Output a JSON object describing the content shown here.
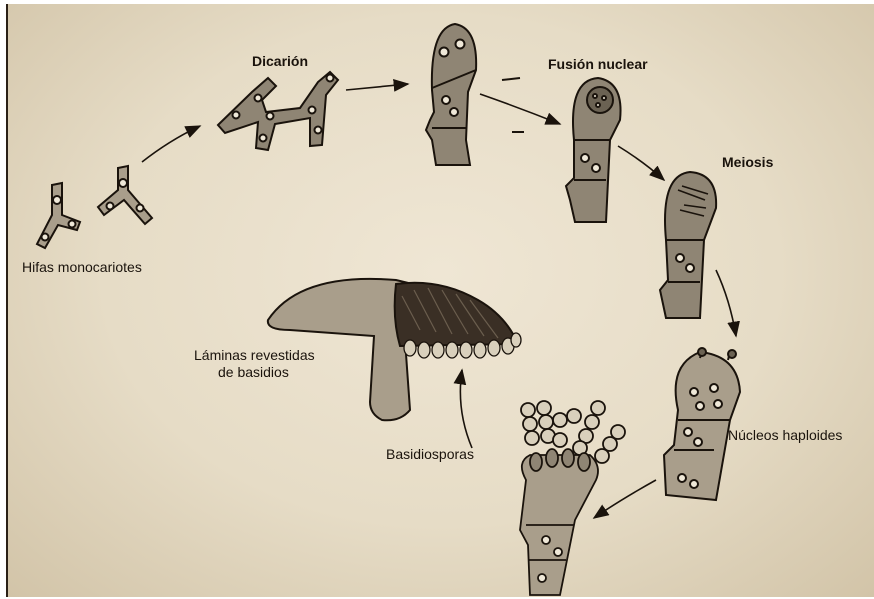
{
  "labels": {
    "hifas": "Hifas monocariotes",
    "dicarion": "Dicarión",
    "fusion": "Fusión nuclear",
    "meiosis": "Meiosis",
    "nucleos": "Núcleos haploides",
    "basidiosporas": "Basidiosporas",
    "laminas_1": "Láminas revestidas",
    "laminas_2": "de basidios"
  },
  "colors": {
    "paper": "#e9dfca",
    "cell_fill": "#8f8574",
    "cell_fill_light": "#a99e8b",
    "outline": "#1a130c",
    "nucleus": "#efe8d8",
    "gill": "#3a2f25"
  }
}
